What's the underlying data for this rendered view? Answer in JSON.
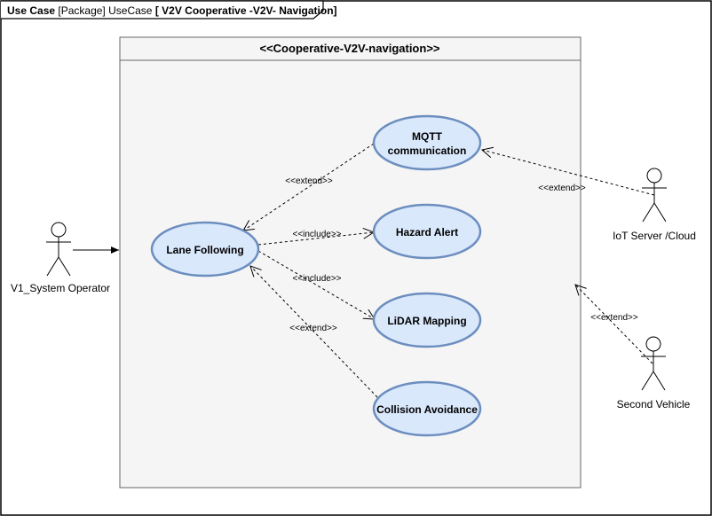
{
  "frame": {
    "kind": "Use Case",
    "type": "[Package]",
    "diagram": "UseCase",
    "title": "[ V2V Cooperative -V2V- Navigation]"
  },
  "system": {
    "title": "<<Cooperative-V2V-navigation>>",
    "fill": "#f5f5f5",
    "border": "#666666"
  },
  "usecase_style": {
    "fill": "#dae8fc",
    "border": "#6c8ebf"
  },
  "actors": {
    "operator": "V1_System Operator",
    "iot": "IoT Server /Cloud",
    "vehicle": "Second Vehicle"
  },
  "usecases": {
    "mqtt_line1": "MQTT",
    "mqtt_line2": "communication",
    "hazard": "Hazard Alert",
    "lane": "Lane Following",
    "lidar": "LiDAR Mapping",
    "collision": "Collision Avoidance"
  },
  "relations": {
    "lane_mqtt": "<<extend>>",
    "lane_hazard": "<<include>>",
    "lane_lidar": "<<include>>",
    "collision_lane": "<<extend>>",
    "iot_mqtt": "<<extend>>",
    "vehicle_system": "<<extend>>"
  }
}
